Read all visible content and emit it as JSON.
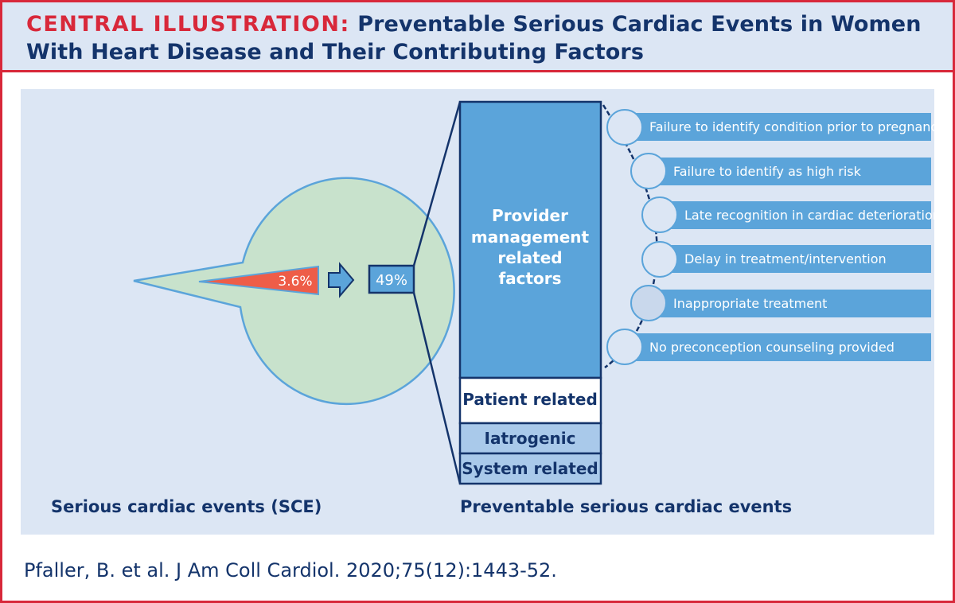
{
  "header": {
    "label": "CENTRAL ILLUSTRATION:",
    "title_line1": "Preventable Serious Cardiac Events in Women",
    "title_line2": "With Heart Disease and Their Contributing Factors"
  },
  "pie": {
    "caption": "Serious cardiac events (SCE)",
    "slice_label": "3.6%",
    "slice_value": 3.6
  },
  "preventable": {
    "percent_label": "49%",
    "percent_value": 49,
    "caption": "Preventable serious cardiac events"
  },
  "bar_segments": [
    {
      "label_lines": [
        "Provider",
        "management",
        "related",
        "factors"
      ]
    },
    {
      "label_lines": [
        "Patient related"
      ]
    },
    {
      "label_lines": [
        "Iatrogenic"
      ]
    },
    {
      "label_lines": [
        "System related"
      ]
    }
  ],
  "provider_factors": [
    "Failure to identify condition prior to pregnancy",
    "Failure to identify as high risk",
    "Late recognition in cardiac deterioration",
    "Delay in treatment/intervention",
    "Inappropriate treatment",
    "No preconception counseling provided"
  ],
  "citation": "Pfaller, B. et al. J Am Coll Cardiol. 2020;75(12):1443-52.",
  "colors": {
    "accent_red": "#d8283a",
    "navy": "#14346b",
    "panel_blue": "#dce6f4",
    "bar_blue": "#5ba4da",
    "light_blue": "#a9c9ea",
    "pie_green": "#c8e2cc",
    "slice_red": "#ee5d48"
  }
}
